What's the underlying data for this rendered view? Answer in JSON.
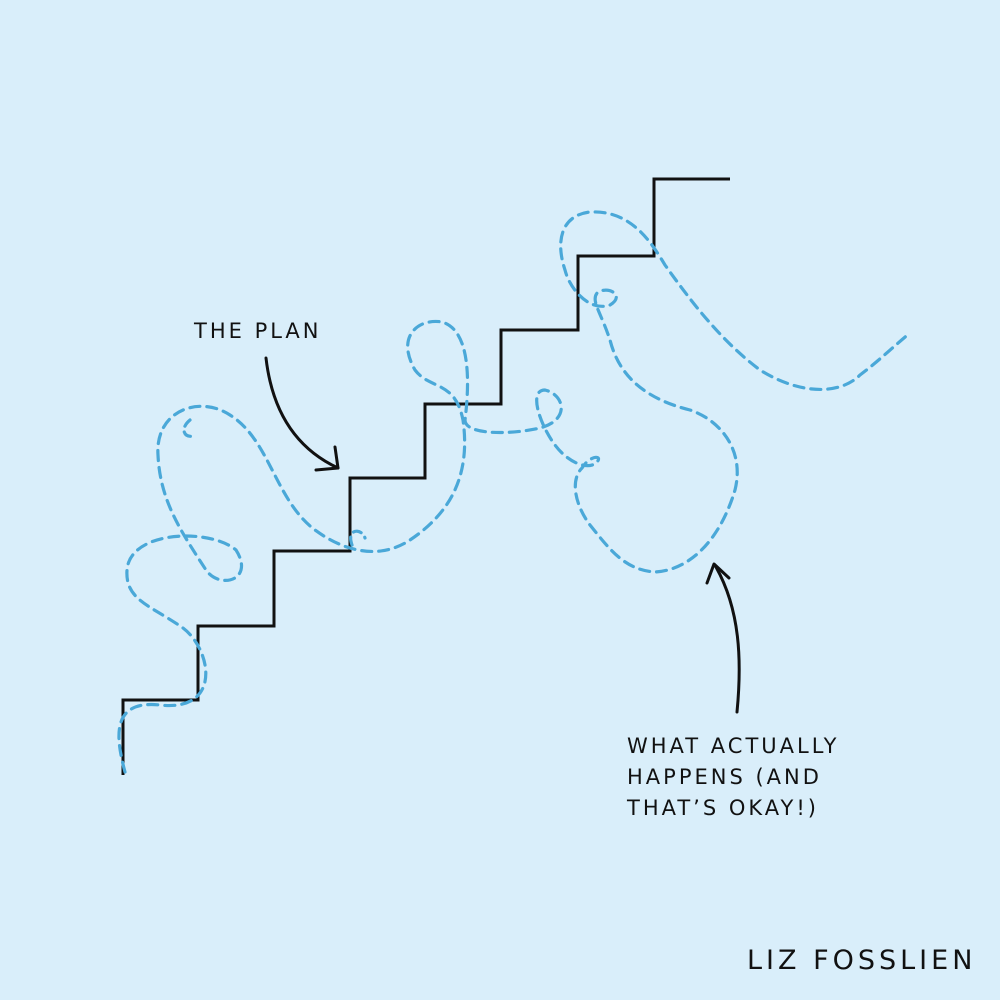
{
  "labels": {
    "plan": "THE PLAN",
    "actual_lines": [
      "WHAT ACTUALLY",
      "HAPPENS (AND",
      "THAT’S OKAY!)"
    ]
  },
  "signature": "LIZ FOSSLIEN",
  "colors": {
    "background": "#d9eefa",
    "plan_line": "#111111",
    "actual_path": "#4aa8d8",
    "text": "#111111"
  },
  "styles": {
    "plan_line": "solid",
    "actual_path": "dashed"
  }
}
